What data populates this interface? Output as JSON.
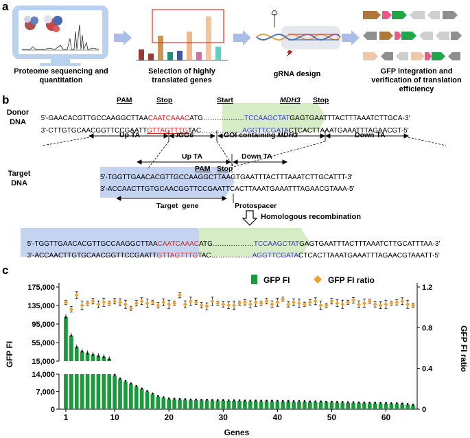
{
  "panel_a": {
    "label": "a",
    "step1": "Proteome sequencing and quantitation",
    "step2": "Selection of highly translated genes",
    "step3": "gRNA design",
    "step4": "GFP integration and verification of translation efficiency",
    "colors": {
      "arrow": "#a9bde6",
      "monitor": "#b8d2f0",
      "highlight_box": "#e03030"
    }
  },
  "panel_b": {
    "label": "b",
    "donor_label": [
      "Donor",
      "DNA"
    ],
    "target_label": [
      "Target",
      "DNA"
    ],
    "pam": "PAM",
    "stop": "Stop",
    "start": "Start",
    "mdh3": "MDH3",
    "donor_top": {
      "prefix": "5'-GAACACGTTGCCAAGGCTTAA",
      "red": "CAATCAAAC",
      "mid": "ATG………………",
      "blue": "TCCAAGCTAT",
      "suffix": "GAGTGAATTTACTTTAAATCTTGCA-3'"
    },
    "donor_bot": {
      "prefix": "3'-CTTGTGCAACGGTTCCGAATT",
      "red": "GTTAGTTTG",
      "mid": "TAC………………",
      "blue": "AGGTTCGATA",
      "suffix": "CTCACTTAAATGAAATTTAGAACGT-5'"
    },
    "up_ta": "Up TA",
    "igg6": "IGG6",
    "goi": "GOI containing ",
    "goi_gene": "MDH3",
    "down_ta": "Down TA",
    "target_top": "5'-TGGTTGAACACGTTGCCAAGGCTTAAGTGAATTTACTTTAAATCTTGCATTT-3'",
    "target_bot": "3'-ACCAACTTGTGCAACGGTTCCGAATTCACTTAAATGAAATTTAGAACGTAAA-5'",
    "target_gene": "Target  gene",
    "protospacer": "Protospacer",
    "hr": "Homologous recombination",
    "result_top": {
      "prefix": "5'-TGGTTGAACACGTTGCCAAGGCTTAA",
      "red": "CAATCAAAC",
      "mid": "ATG………………",
      "blue": "TCCAAGCTAT",
      "suffix": "GAGTGAATTTACTTTAAATCTTGCATTTAA-3'"
    },
    "result_bot": {
      "prefix": "3'-ACCAACTTGTGCAACGGTTCCGAATT",
      "red": "GTTAGTTTG",
      "mid": "TAC………………",
      "blue": "AGGTTCGATA",
      "suffix": "CTCACTTAAATGAAATTTAGAACGTAAATT-5'"
    },
    "colors": {
      "blue_box": "#c4d4f0",
      "green_box": "#d6ecc4",
      "red": "#e02424",
      "blue": "#3a3acc"
    }
  },
  "panel_c": {
    "label": "c",
    "legend_fi": "GFP FI",
    "legend_ratio": "GFP FI ratio",
    "ylabel_left": "GFP FI",
    "ylabel_right": "GFP FI ratio",
    "xlabel": "Genes",
    "yticks_upper": [
      "175,000",
      "135,000",
      "95,000",
      "55,000",
      "15,000"
    ],
    "yticks_lower": [
      "14,000",
      "7,000",
      "0"
    ],
    "yticks_right": [
      "1.2",
      "0.8",
      "0.4",
      "0"
    ],
    "xticks": [
      "1",
      "10",
      "20",
      "30",
      "40",
      "50",
      "60"
    ],
    "colors": {
      "bar": "#1a9a3a",
      "ratio": "#f0a030"
    }
  },
  "chart_data": {
    "type": "bar",
    "x": [
      1,
      2,
      3,
      4,
      5,
      6,
      7,
      8,
      9,
      10,
      11,
      12,
      13,
      14,
      15,
      16,
      17,
      18,
      19,
      20,
      21,
      22,
      23,
      24,
      25,
      26,
      27,
      28,
      29,
      30,
      31,
      32,
      33,
      34,
      35,
      36,
      37,
      38,
      39,
      40,
      41,
      42,
      43,
      44,
      45,
      46,
      47,
      48,
      49,
      50,
      51,
      52,
      53,
      54,
      55,
      56,
      57,
      58,
      59,
      60,
      61,
      62,
      63,
      64,
      65
    ],
    "series": [
      {
        "name": "GFP FI",
        "type": "bar",
        "values": [
          110000,
          70000,
          45000,
          36000,
          32000,
          29000,
          26000,
          24000,
          19500,
          13500,
          12000,
          11000,
          10000,
          9000,
          8000,
          7000,
          6000,
          5000,
          4500,
          4000,
          3900,
          3800,
          3700,
          3600,
          3600,
          3500,
          3500,
          3400,
          3400,
          3400,
          3300,
          3300,
          3300,
          3200,
          3200,
          3200,
          3100,
          3100,
          3100,
          3000,
          3000,
          3000,
          2900,
          2900,
          2900,
          2800,
          2800,
          2800,
          2700,
          2700,
          2600,
          2600,
          2500,
          2500,
          2400,
          2400,
          2300,
          2300,
          2200,
          2200,
          2100,
          2100,
          2000,
          1800,
          1500
        ]
      },
      {
        "name": "GFP FI ratio",
        "type": "scatter",
        "axis": "right",
        "values": [
          1.05,
          0.98,
          1.12,
          1.02,
          1.04,
          1.06,
          1.03,
          1.05,
          1.04,
          1.06,
          1.05,
          1.03,
          0.99,
          1.04,
          1.06,
          1.04,
          1.05,
          1.02,
          1.05,
          1.03,
          1.04,
          1.12,
          1.03,
          1.06,
          1.05,
          1.02,
          1.01,
          1.06,
          1.04,
          1.03,
          1.02,
          1.02,
          1.04,
          1.05,
          1.03,
          1.05,
          1.04,
          1.06,
          1.03,
          1.05,
          1.08,
          1.03,
          1.05,
          1.04,
          1.03,
          1.05,
          1.06,
          1.02,
          1.02,
          1.06,
          1.04,
          1.03,
          1.05,
          1.07,
          1.03,
          1.04,
          1.06,
          1.03,
          1.02,
          1.03,
          1.04,
          1.05,
          1.06,
          1.03,
          1.02
        ]
      }
    ],
    "xlabel": "Genes",
    "ylabel": "GFP FI",
    "y2label": "GFP FI ratio",
    "ylim_upper": [
      15000,
      175000
    ],
    "ylim_lower": [
      0,
      14000
    ],
    "y2lim": [
      0,
      1.2
    ],
    "legend": "top-right"
  }
}
